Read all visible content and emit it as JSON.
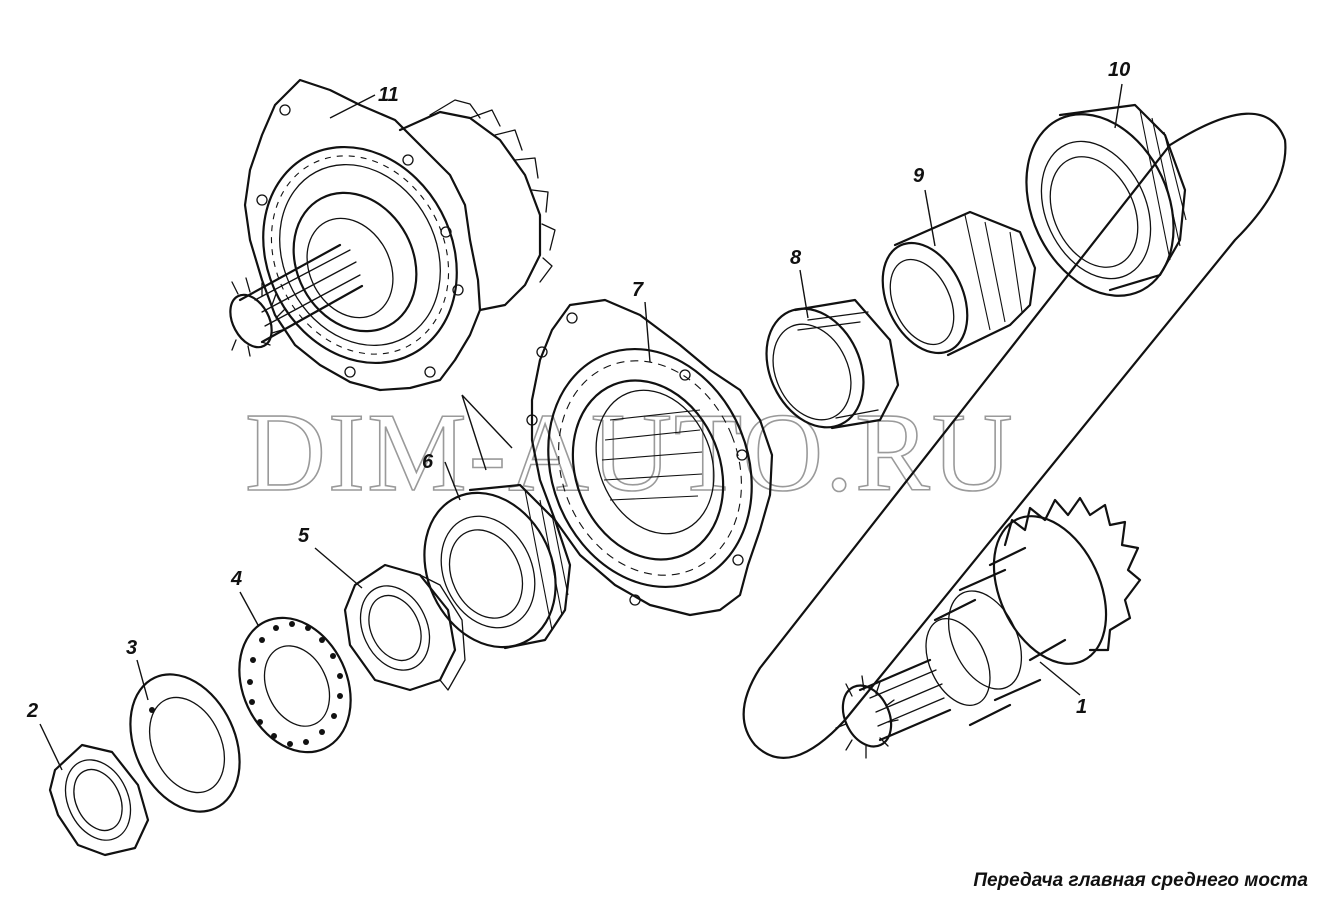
{
  "callouts": {
    "p1": "1",
    "p2": "2",
    "p3": "3",
    "p4": "4",
    "p5": "5",
    "p6": "6",
    "p7": "7",
    "p8": "8",
    "p9": "9",
    "p10": "10",
    "p11": "11"
  },
  "watermark": "DIM-AUTO.RU",
  "caption": "Передача главная среднего моста"
}
